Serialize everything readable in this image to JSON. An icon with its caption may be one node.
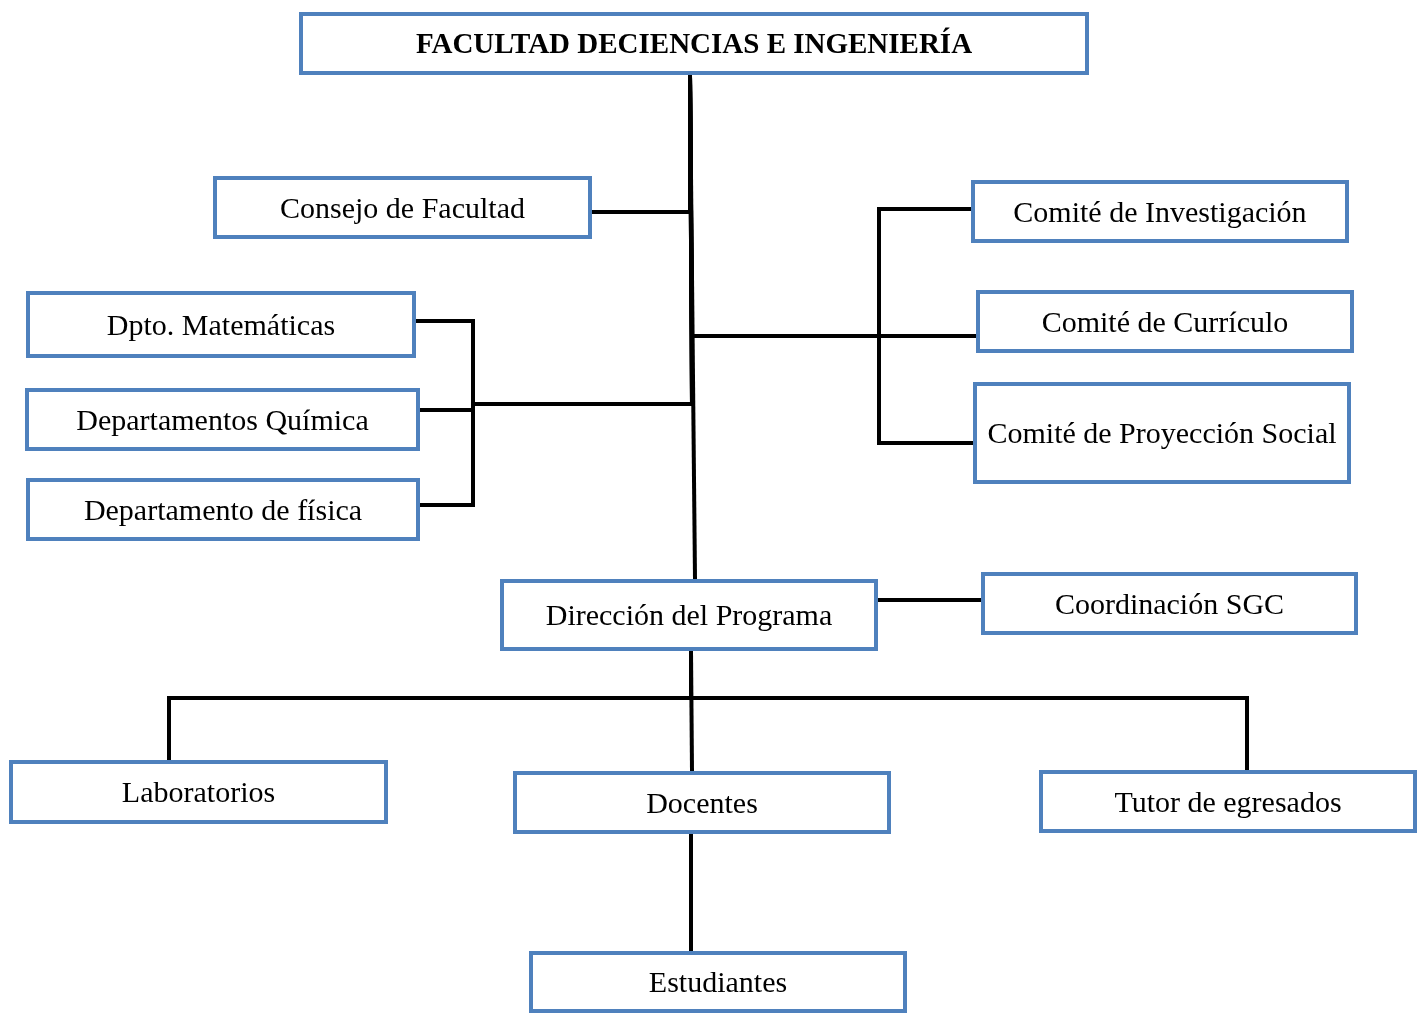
{
  "diagram": {
    "nodes": [
      {
        "text": [
          "FACULTAD DECIENCIAS E INGENIERÍA"
        ]
      },
      {
        "text": [
          "Consejo de Facultad"
        ]
      },
      {
        "text": [
          "Comité de Investigación"
        ]
      },
      {
        "text": [
          "Dpto. Matemáticas"
        ]
      },
      {
        "text": [
          "Comité de Currículo"
        ]
      },
      {
        "text": [
          "Departamentos Química"
        ]
      },
      {
        "text": [
          "Comité de Proyección Social"
        ]
      },
      {
        "text": [
          "Departamento de física"
        ]
      },
      {
        "text": [
          "Dirección del Programa"
        ]
      },
      {
        "text": [
          "Coordinación SGC"
        ]
      },
      {
        "text": [
          "Laboratorios"
        ]
      },
      {
        "text": [
          "Docentes"
        ]
      },
      {
        "text": [
          "Tutor de egresados"
        ]
      },
      {
        "text": [
          "Estudiantes"
        ]
      }
    ],
    "edges": [
      {
        "from": 0,
        "to": 1,
        "arrow": "none"
      },
      {
        "from": 0,
        "to": 2,
        "arrow": "none"
      },
      {
        "from": 0,
        "to": 4,
        "arrow": "none"
      },
      {
        "from": 0,
        "to": 6,
        "arrow": "none"
      },
      {
        "from": 0,
        "to": 3,
        "arrow": "none"
      },
      {
        "from": 0,
        "to": 5,
        "arrow": "none"
      },
      {
        "from": 0,
        "to": 7,
        "arrow": "none"
      },
      {
        "from": 0,
        "to": 8,
        "arrow": "none"
      },
      {
        "from": 8,
        "to": 9,
        "arrow": "none"
      },
      {
        "from": 8,
        "to": 10,
        "arrow": "none"
      },
      {
        "from": 8,
        "to": 11,
        "arrow": "none"
      },
      {
        "from": 8,
        "to": 12,
        "arrow": "none"
      },
      {
        "from": 11,
        "to": 13,
        "arrow": "none"
      }
    ]
  }
}
